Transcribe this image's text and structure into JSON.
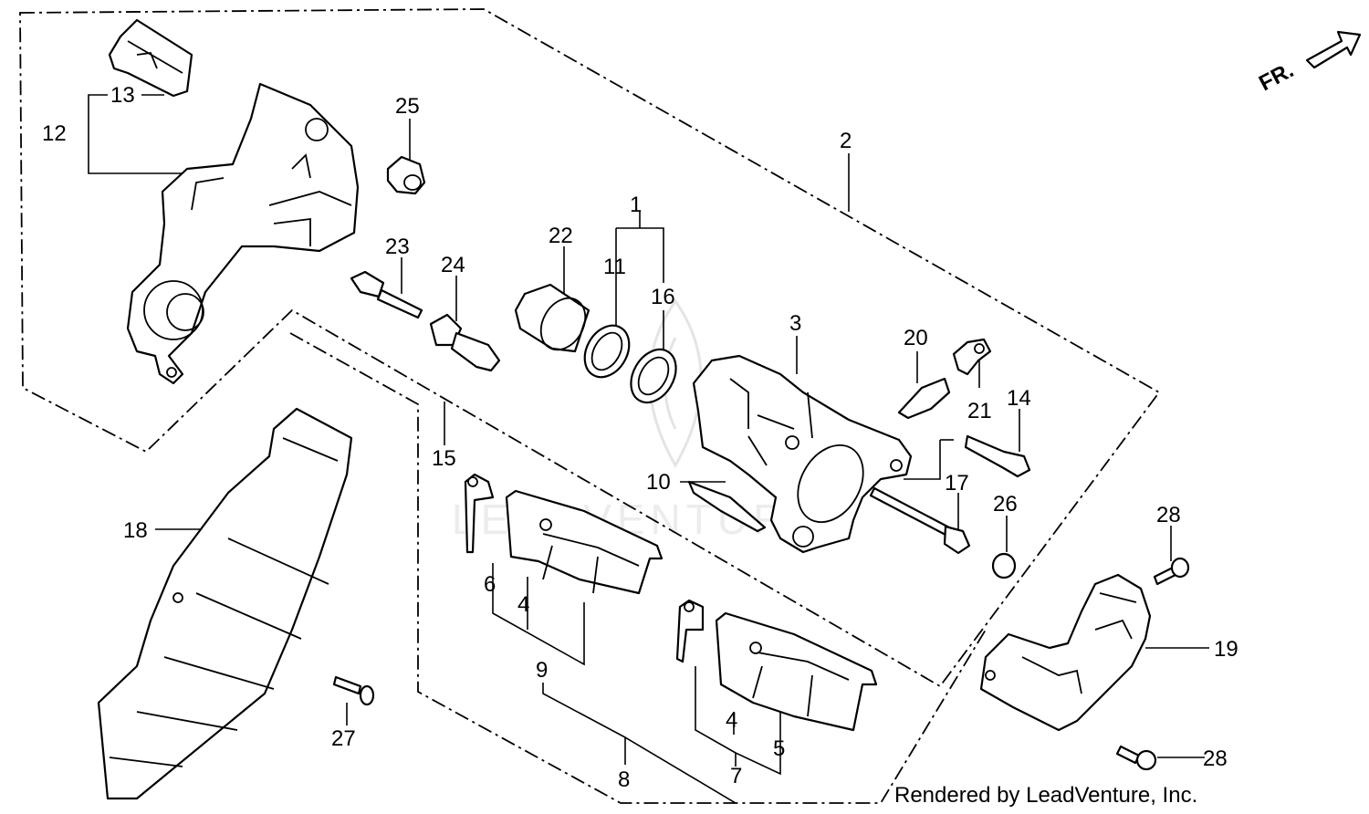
{
  "direction_marker": "FR.",
  "watermark": "LEADVENTURE",
  "footer": "Rendered by LeadVenture, Inc.",
  "callouts": {
    "c1": "1",
    "c2": "2",
    "c3": "3",
    "c4a": "4",
    "c4b": "4",
    "c5": "5",
    "c6": "6",
    "c7": "7",
    "c8": "8",
    "c9": "9",
    "c10": "10",
    "c11": "11",
    "c12": "12",
    "c13": "13",
    "c14": "14",
    "c15": "15",
    "c16": "16",
    "c17": "17",
    "c18": "18",
    "c19": "19",
    "c20": "20",
    "c21": "21",
    "c22": "22",
    "c23": "23",
    "c24": "24",
    "c25": "25",
    "c26": "26",
    "c27": "27",
    "c28a": "28",
    "c28b": "28"
  }
}
